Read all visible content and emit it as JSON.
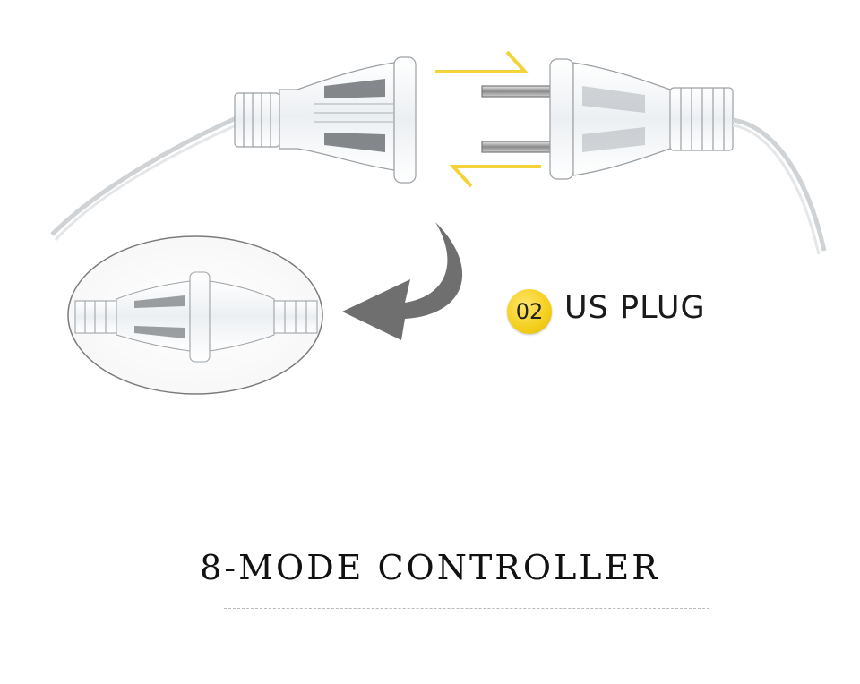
{
  "badge": {
    "number": "02"
  },
  "plug": {
    "label": "US PLUG"
  },
  "section": {
    "title": "8-MODE CONTROLLER"
  },
  "colors": {
    "accent_yellow": "#f4cf1c",
    "arrow_gray": "#6f6f6f",
    "background": "#ffffff"
  },
  "icons": {
    "swap": "double-arrow-icon",
    "curved": "curved-arrow-icon"
  }
}
